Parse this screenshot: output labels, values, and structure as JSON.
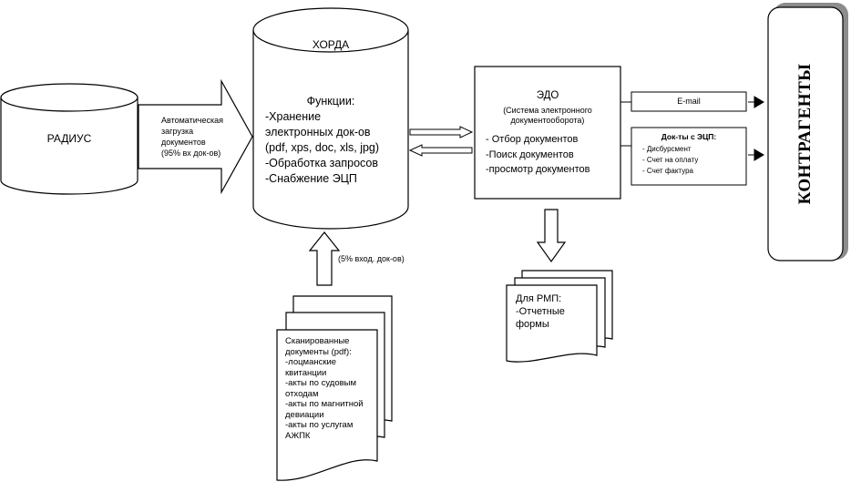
{
  "radius": {
    "label": "РАДИУС"
  },
  "auto_load": {
    "lines": [
      "Автоматическая",
      "загрузка",
      "документов",
      "(95% вх док-ов)"
    ]
  },
  "horda": {
    "title": "ХОРДА",
    "functions_heading": "Функции:",
    "lines": [
      "-Хранение",
      "электронных док-ов",
      "(pdf, xps, doc, xls, jpg)",
      "-Обработка запросов",
      "-Снабжение ЭЦП"
    ]
  },
  "scan_input_label": "(5% вход. док-ов)",
  "scanned_docs": {
    "lines": [
      "Сканированные",
      "документы (pdf):",
      "-лоцманские",
      "квитанции",
      "-акты по судовым",
      "отходам",
      "-акты по магнитной",
      "девиации",
      "-акты по услугам",
      "АЖПК"
    ]
  },
  "edo": {
    "title": "ЭДО",
    "subtitle_lines": [
      "(Система электронного",
      "документооборота)"
    ],
    "lines": [
      "- Отбор документов",
      "-Поиск документов",
      "-просмотр документов"
    ]
  },
  "rmp": {
    "title": "Для РМП:",
    "lines": [
      "-Отчетные",
      "формы"
    ]
  },
  "email": {
    "label": "E-mail"
  },
  "ecp_docs": {
    "title": "Док-ты с ЭЦП:",
    "lines": [
      "- Дисбурсмент",
      "- Счет на оплату",
      "- Счет фактура"
    ]
  },
  "counterparties": {
    "label": "КОНТРАГЕНТЫ"
  }
}
